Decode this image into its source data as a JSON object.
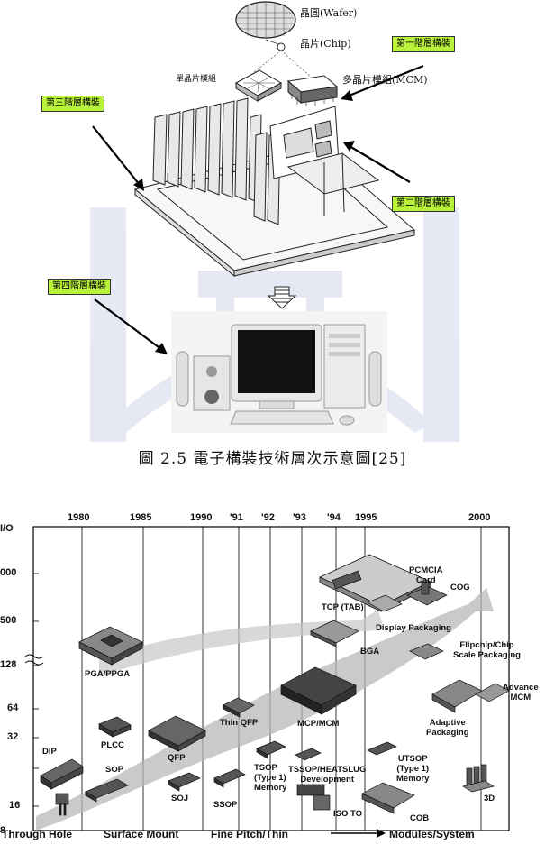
{
  "figure_top": {
    "labels": {
      "wafer": "晶圓(Wafer)",
      "chip": "晶片(Chip)",
      "single_chip_module": "單晶片模組",
      "mcm": "多晶片模組(MCM)"
    },
    "tags": {
      "level1": "第一階層構裝",
      "level2": "第二階層構裝",
      "level3": "第三階層構裝",
      "level4": "第四階層構裝"
    },
    "caption": "圖 2.5  電子構裝技術層次示意圖[25]"
  },
  "timeline": {
    "y_label": "I/O",
    "y_ticks": [
      "000",
      "500",
      "128",
      "64",
      "32",
      "16",
      "8"
    ],
    "years": [
      "1980",
      "1985",
      "1990",
      "'91",
      "'92",
      "'93",
      "'94",
      "1995",
      "2000"
    ],
    "eras": [
      "Through Hole",
      "Surface Mount",
      "Fine Pitch/Thin",
      "Modules/System"
    ],
    "packages": {
      "dip": "DIP",
      "plcc": "PLCC",
      "sop": "SOP",
      "pga": "PGA/PPGA",
      "qfp": "QFP",
      "soj": "SOJ",
      "thin_qfp": "Thin QFP",
      "ssop": "SSOP",
      "tsop": "TSOP\n(Type 1)\nMemory",
      "mcp": "MCP/MCM",
      "tssop": "TSSOP/HEATSLUG\nDevelopment",
      "iso_to": "ISO TO",
      "tcp": "TCP (TAB)",
      "bga": "BGA",
      "pcmcia": "PCMCIA\nCard",
      "cog": "COG",
      "display": "Display Packaging",
      "utsop": "UTSOP\n(Type 1)\nMemory",
      "cob": "COB",
      "flipchip": "Flipchip/Chip\nScale Packaging",
      "adaptive": "Adaptive\nPackaging",
      "advance_mcm": "Advance\nMCM",
      "three_d": "3D"
    }
  }
}
